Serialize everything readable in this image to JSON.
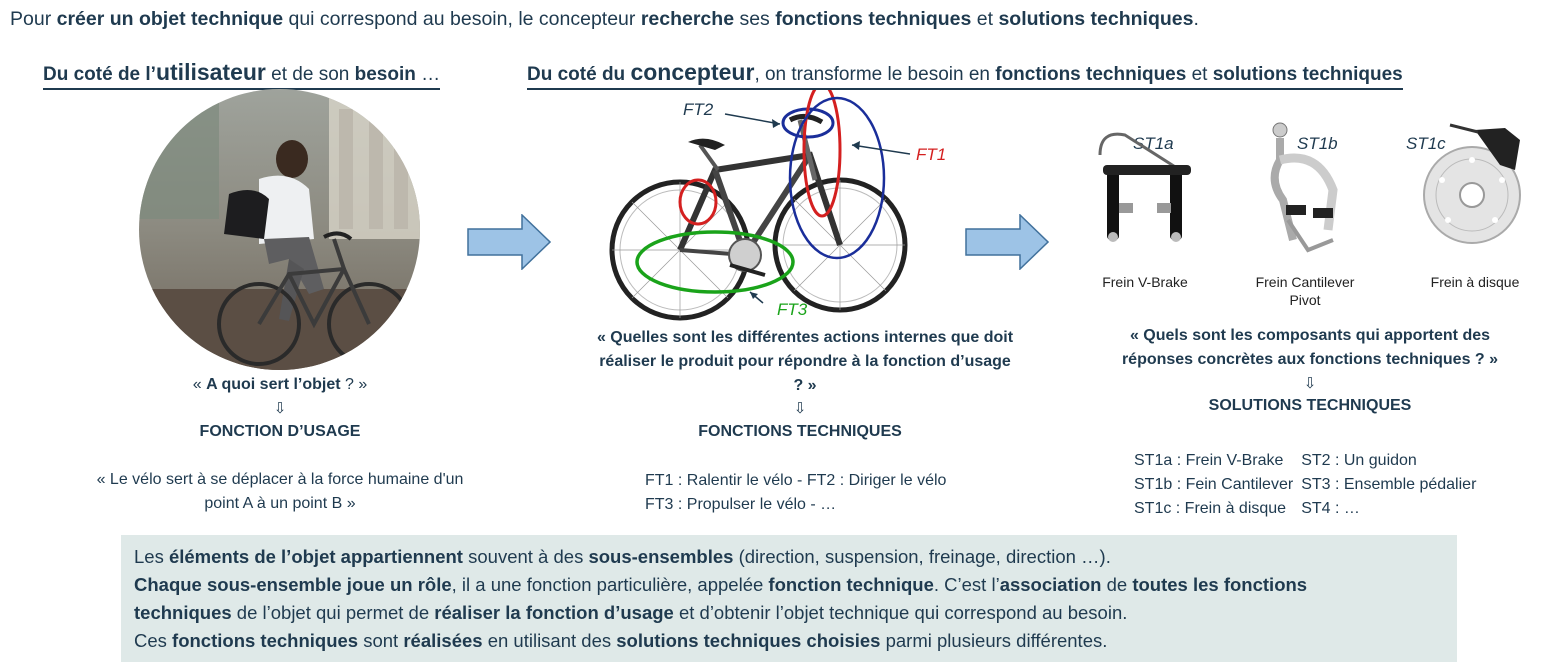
{
  "intro": {
    "p1": "Pour ",
    "b1": "créer un objet technique",
    "p2": " qui correspond au besoin, le concepteur ",
    "b2": "recherche",
    "p3": " ses ",
    "b3": "fonctions techniques",
    "p4": " et ",
    "b4": "solutions techniques",
    "p5": "."
  },
  "user_header": {
    "b1": "Du coté de l’",
    "big": "utilisateur",
    "n1": " et de son ",
    "b2": "besoin",
    "n2": " …"
  },
  "designer_header": {
    "b1": "Du coté du ",
    "big": "concepteur",
    "n1": ", on transforme le besoin en ",
    "b2": "fonctions techniques",
    "n2": " et ",
    "b3": "solutions techniques"
  },
  "user_col": {
    "question_open": "« ",
    "question_bold": "A quoi sert l’objet",
    "question_close": " ? »",
    "arrow": "⇩",
    "label": "FONCTION D’USAGE",
    "answer_line1": "« Le vélo sert à se déplacer à la force humaine d'un",
    "answer_line2": "point A à un point B »"
  },
  "designer_col": {
    "question_line1": "« Quelles sont les différentes actions internes que doit",
    "question_line2": "réaliser le produit pour répondre à la fonction d’usage",
    "question_line3": "? »",
    "arrow": "⇩",
    "label": "FONCTIONS TECHNIQUES",
    "ft_line1": "FT1 : Ralentir le vélo  -  FT2 : Diriger le vélo",
    "ft_line2": "FT3 : Propulser le vélo - …",
    "tags": {
      "ft1": "FT1",
      "ft2": "FT2",
      "ft3": "FT3"
    }
  },
  "solutions_col": {
    "question_line1": "« Quels sont les composants qui apportent des",
    "question_line2": "réponses concrètes aux fonctions techniques ? »",
    "arrow": "⇩",
    "label": "SOLUTIONS TECHNIQUES",
    "tags": {
      "a": "ST1a",
      "b": "ST1b",
      "c": "ST1c"
    },
    "captions": {
      "a": "Frein V-Brake",
      "b1": "Frein Cantilever",
      "b2": "Pivot",
      "c": "Frein à disque"
    },
    "rows": [
      [
        "ST1a : Frein V-Brake",
        "ST2 : Un guidon"
      ],
      [
        "ST1b : Fein Cantilever",
        "ST3 : Ensemble pédalier"
      ],
      [
        "ST1c : Frein à disque",
        "ST4 : …"
      ]
    ]
  },
  "summary": {
    "l1_a": "Les ",
    "l1_b": "éléments de l’objet appartiennent",
    "l1_c": " souvent à des ",
    "l1_d": "sous-ensembles",
    "l1_e": " (direction, suspension, freinage, direction …).",
    "l2_a": "Chaque sous-ensemble joue un rôle",
    "l2_b": ", il a une fonction particulière, appelée ",
    "l2_c": "fonction technique",
    "l2_d": ". C’est l’",
    "l2_e": "association",
    "l2_f": " de ",
    "l2_g": "toutes les fonctions",
    "l3_a": "techniques",
    "l3_b": " de l’objet qui permet de ",
    "l3_c": "réaliser la fonction d’usage",
    "l3_d": " et d’obtenir l’objet technique qui correspond au besoin.",
    "l4_a": "Ces ",
    "l4_b": "fonctions techniques",
    "l4_c": " sont ",
    "l4_d": "réalisées",
    "l4_e": " en utilisant des ",
    "l4_f": "solutions techniques choisies",
    "l4_g": " parmi plusieurs différentes."
  },
  "colors": {
    "text": "#1f3a4f",
    "box_bg": "#dfe9e8",
    "arrow_fill": "#9dc3e6",
    "arrow_stroke": "#41719c",
    "ft1_red": "#d42020",
    "ft2_blue": "#1a2e9a",
    "ft3_green": "#1aa31a"
  }
}
